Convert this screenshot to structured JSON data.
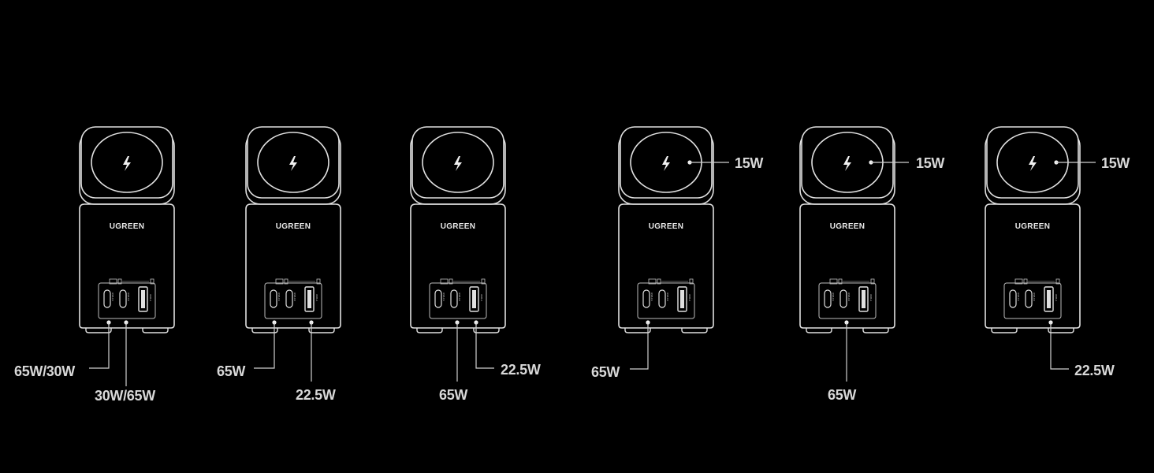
{
  "brand": "UGREEN",
  "port_marks": {
    "c1": "USB-C1",
    "c2": "USB-C2",
    "a": "USB-A"
  },
  "chargers": [
    {
      "labels": [
        "65W/30W",
        "30W/65W"
      ]
    },
    {
      "labels": [
        "65W",
        "22.5W"
      ]
    },
    {
      "labels": [
        "65W",
        "22.5W"
      ]
    },
    {
      "labels": [
        "15W",
        "65W"
      ]
    },
    {
      "labels": [
        "15W",
        "65W"
      ]
    },
    {
      "labels": [
        "15W",
        "22.5W"
      ]
    }
  ],
  "colors": {
    "background": "#000000",
    "line": "#e0e0e0",
    "label": "#d8d8d8"
  },
  "icons": [
    "lightning-bolt-icon",
    "usb-c-port-icon",
    "usb-a-port-icon"
  ]
}
